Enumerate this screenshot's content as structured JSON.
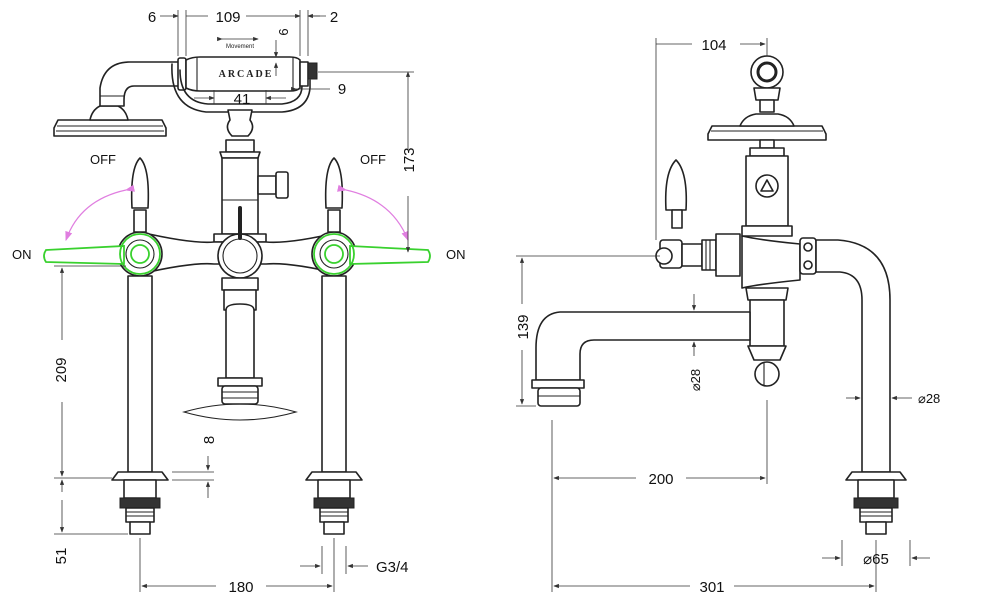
{
  "brand_label": "ARCADE",
  "movement_label": "Movement",
  "state_labels": {
    "off_left": "OFF",
    "off_right": "OFF",
    "on_left": "ON",
    "on_right": "ON"
  },
  "dimensions": {
    "handle_gap": "6",
    "handset_width": "109",
    "end_cap": "2",
    "handset_offset": "6",
    "cradle_width": "41",
    "cradle_drop": "9",
    "total_height_handset": "173",
    "column_height": "209",
    "collar_height": "8",
    "base_height": "51",
    "centres": "180",
    "thread": "G3/4",
    "side_head_width": "104",
    "spout_height": "139",
    "spout_diameter": "⌀28",
    "column_diameter": "⌀28",
    "reach": "200",
    "overall_depth": "301",
    "base_diameter": "⌀65"
  },
  "colors": {
    "on_position": "#39d12e",
    "rotation_arc": "#e07ee0",
    "line": "#222222"
  }
}
